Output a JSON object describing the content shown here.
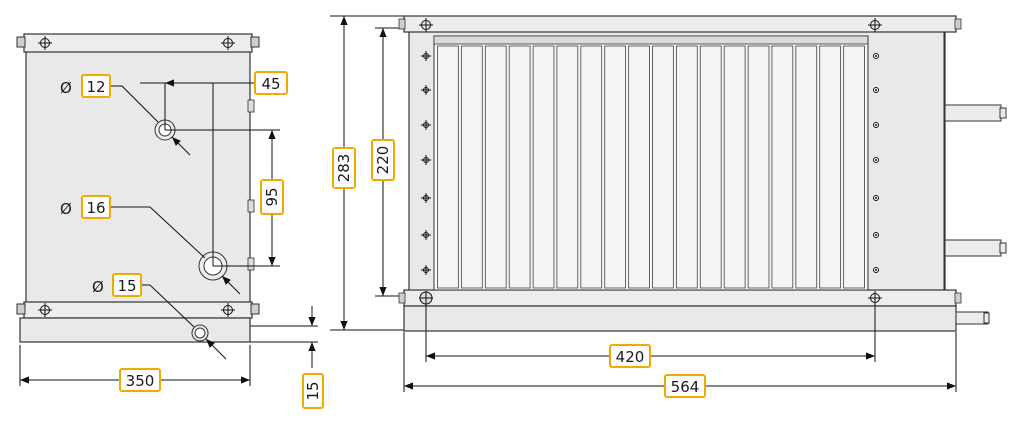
{
  "dimensions": {
    "d_outlet_small": "12",
    "d_outlet_large": "16",
    "d_drain": "15",
    "offset_45": "45",
    "spacing_95": "95",
    "width_350": "350",
    "gap_15": "15",
    "height_283": "283",
    "height_220": "220",
    "length_420": "420",
    "length_564": "564"
  },
  "symbols": {
    "diameter": "Ø"
  },
  "colors": {
    "label_border": "#f2a900",
    "body": "#e9e9e9",
    "line": "#111111"
  }
}
